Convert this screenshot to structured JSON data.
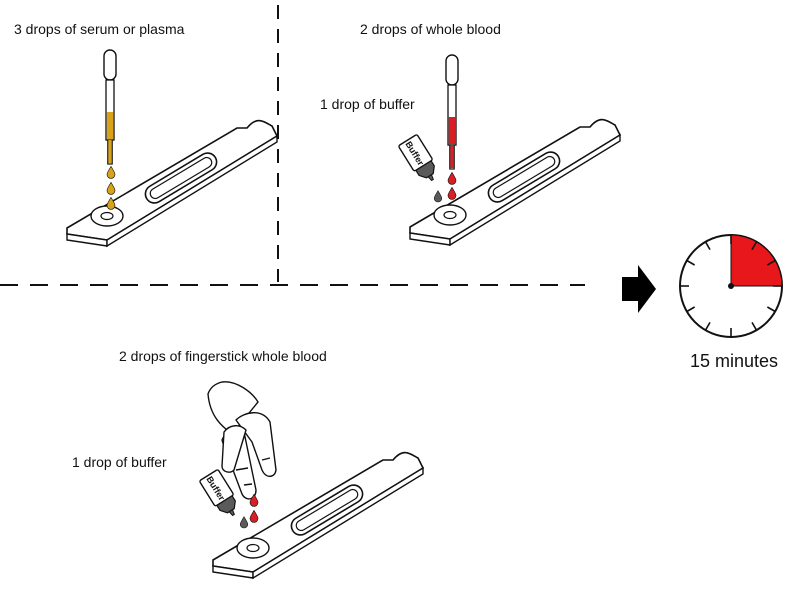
{
  "panels": {
    "serum": {
      "instruction": "3 drops of serum or  plasma"
    },
    "whole_blood": {
      "instruction": "2 drops of whole blood",
      "buffer_instruction": "1 drop of buffer"
    },
    "fingerstick": {
      "instruction": "2 drops of fingerstick whole blood",
      "buffer_instruction": "1 drop of buffer"
    }
  },
  "buffer_bottle_label": "Buffer",
  "timer": {
    "label": "15 minutes",
    "elapsed_fraction": 0.25
  },
  "colors": {
    "serum": "#D9A21B",
    "blood": "#D81F26",
    "timer_fill": "#E8171C",
    "buffer_bottle": "#5a5a5a",
    "line": "#111111"
  },
  "icons": [
    "pipette-icon",
    "buffer-bottle-icon",
    "hand-icon",
    "arrow-right-icon",
    "clock-icon"
  ]
}
